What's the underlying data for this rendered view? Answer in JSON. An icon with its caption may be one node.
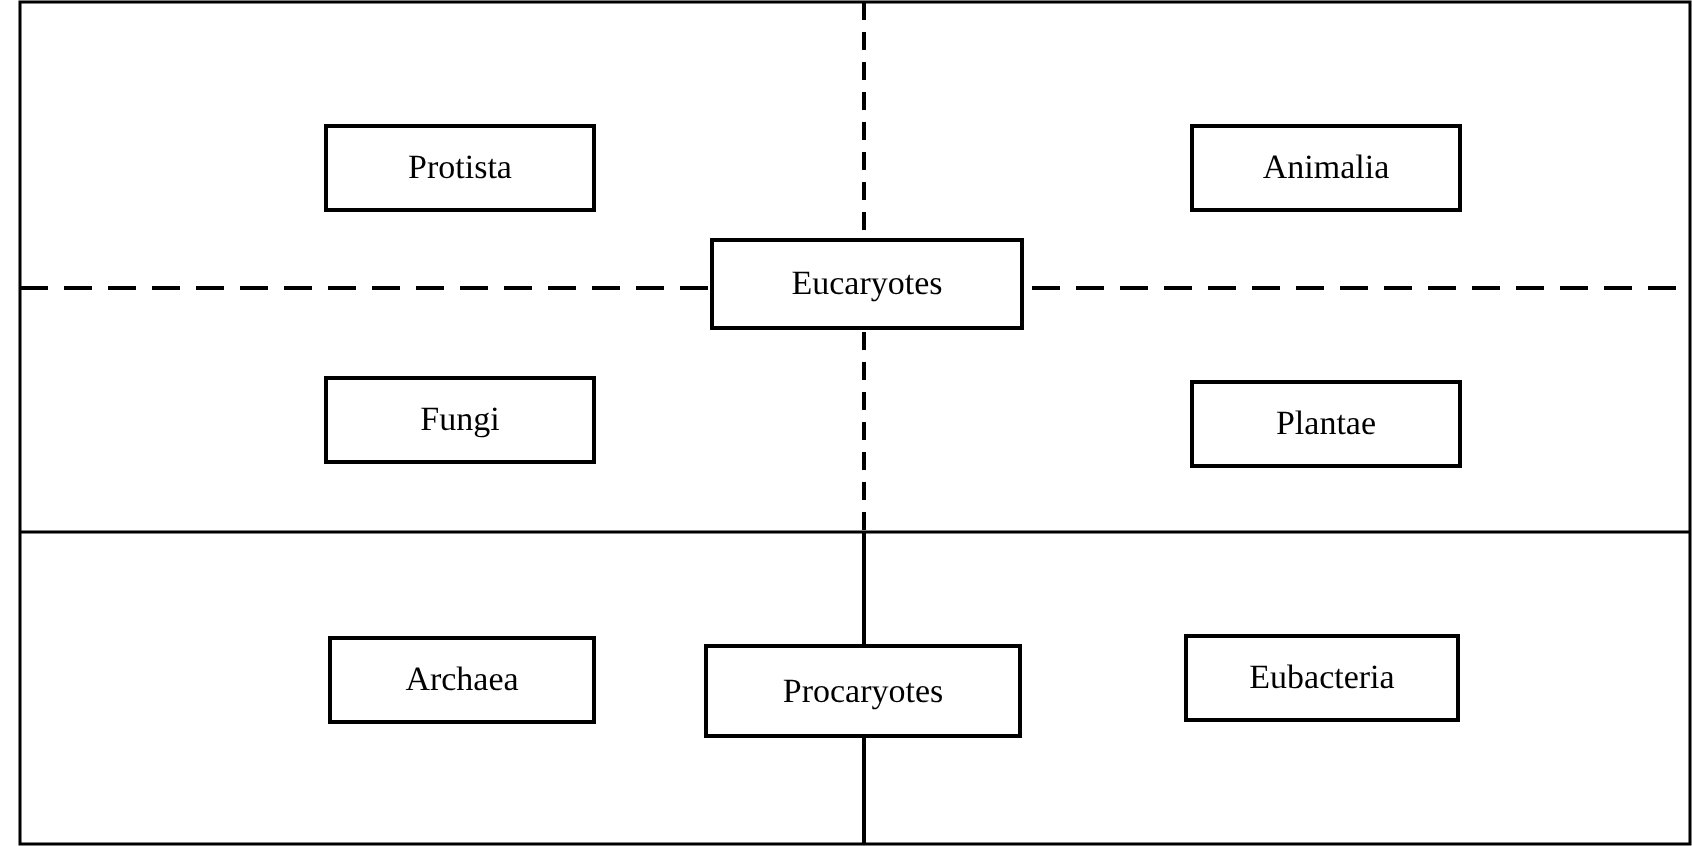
{
  "diagram": {
    "nodes": [
      {
        "text": [
          "Protista"
        ]
      },
      {
        "text": [
          "Animalia"
        ]
      },
      {
        "text": [
          "Eucaryotes"
        ]
      },
      {
        "text": [
          "Fungi"
        ]
      },
      {
        "text": [
          "Plantae"
        ]
      },
      {
        "text": [
          "Archaea"
        ]
      },
      {
        "text": [
          "Procaryotes"
        ]
      },
      {
        "text": [
          "Eubacteria"
        ]
      }
    ]
  }
}
